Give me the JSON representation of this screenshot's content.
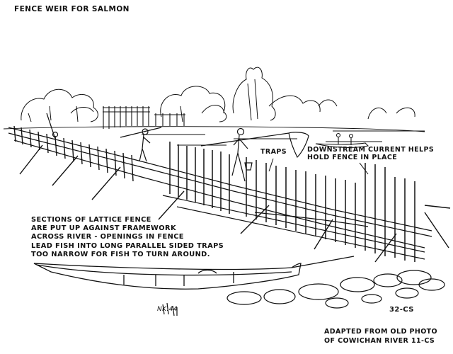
{
  "title": "FENCE WEIR FOR SALMON",
  "labels": {
    "traps": "TRAPS",
    "current": [
      "DOWNSTREAM CURRENT HELPS",
      "HOLD FENCE IN PLACE"
    ]
  },
  "description": [
    "SECTIONS OF LATTICE FENCE",
    "ARE PUT UP AGAINST FRAMEWORK",
    "ACROSS RIVER - OPENINGS IN FENCE",
    "LEAD FISH INTO LONG PARALLEL SIDED TRAPS",
    "TOO NARROW FOR FISH TO TURN AROUND."
  ],
  "figure_number": "32-CS",
  "credit": [
    "ADAPTED FROM OLD PHOTO",
    "OF COWICHAN RIVER 11-CS"
  ],
  "signature": "NK.44"
}
